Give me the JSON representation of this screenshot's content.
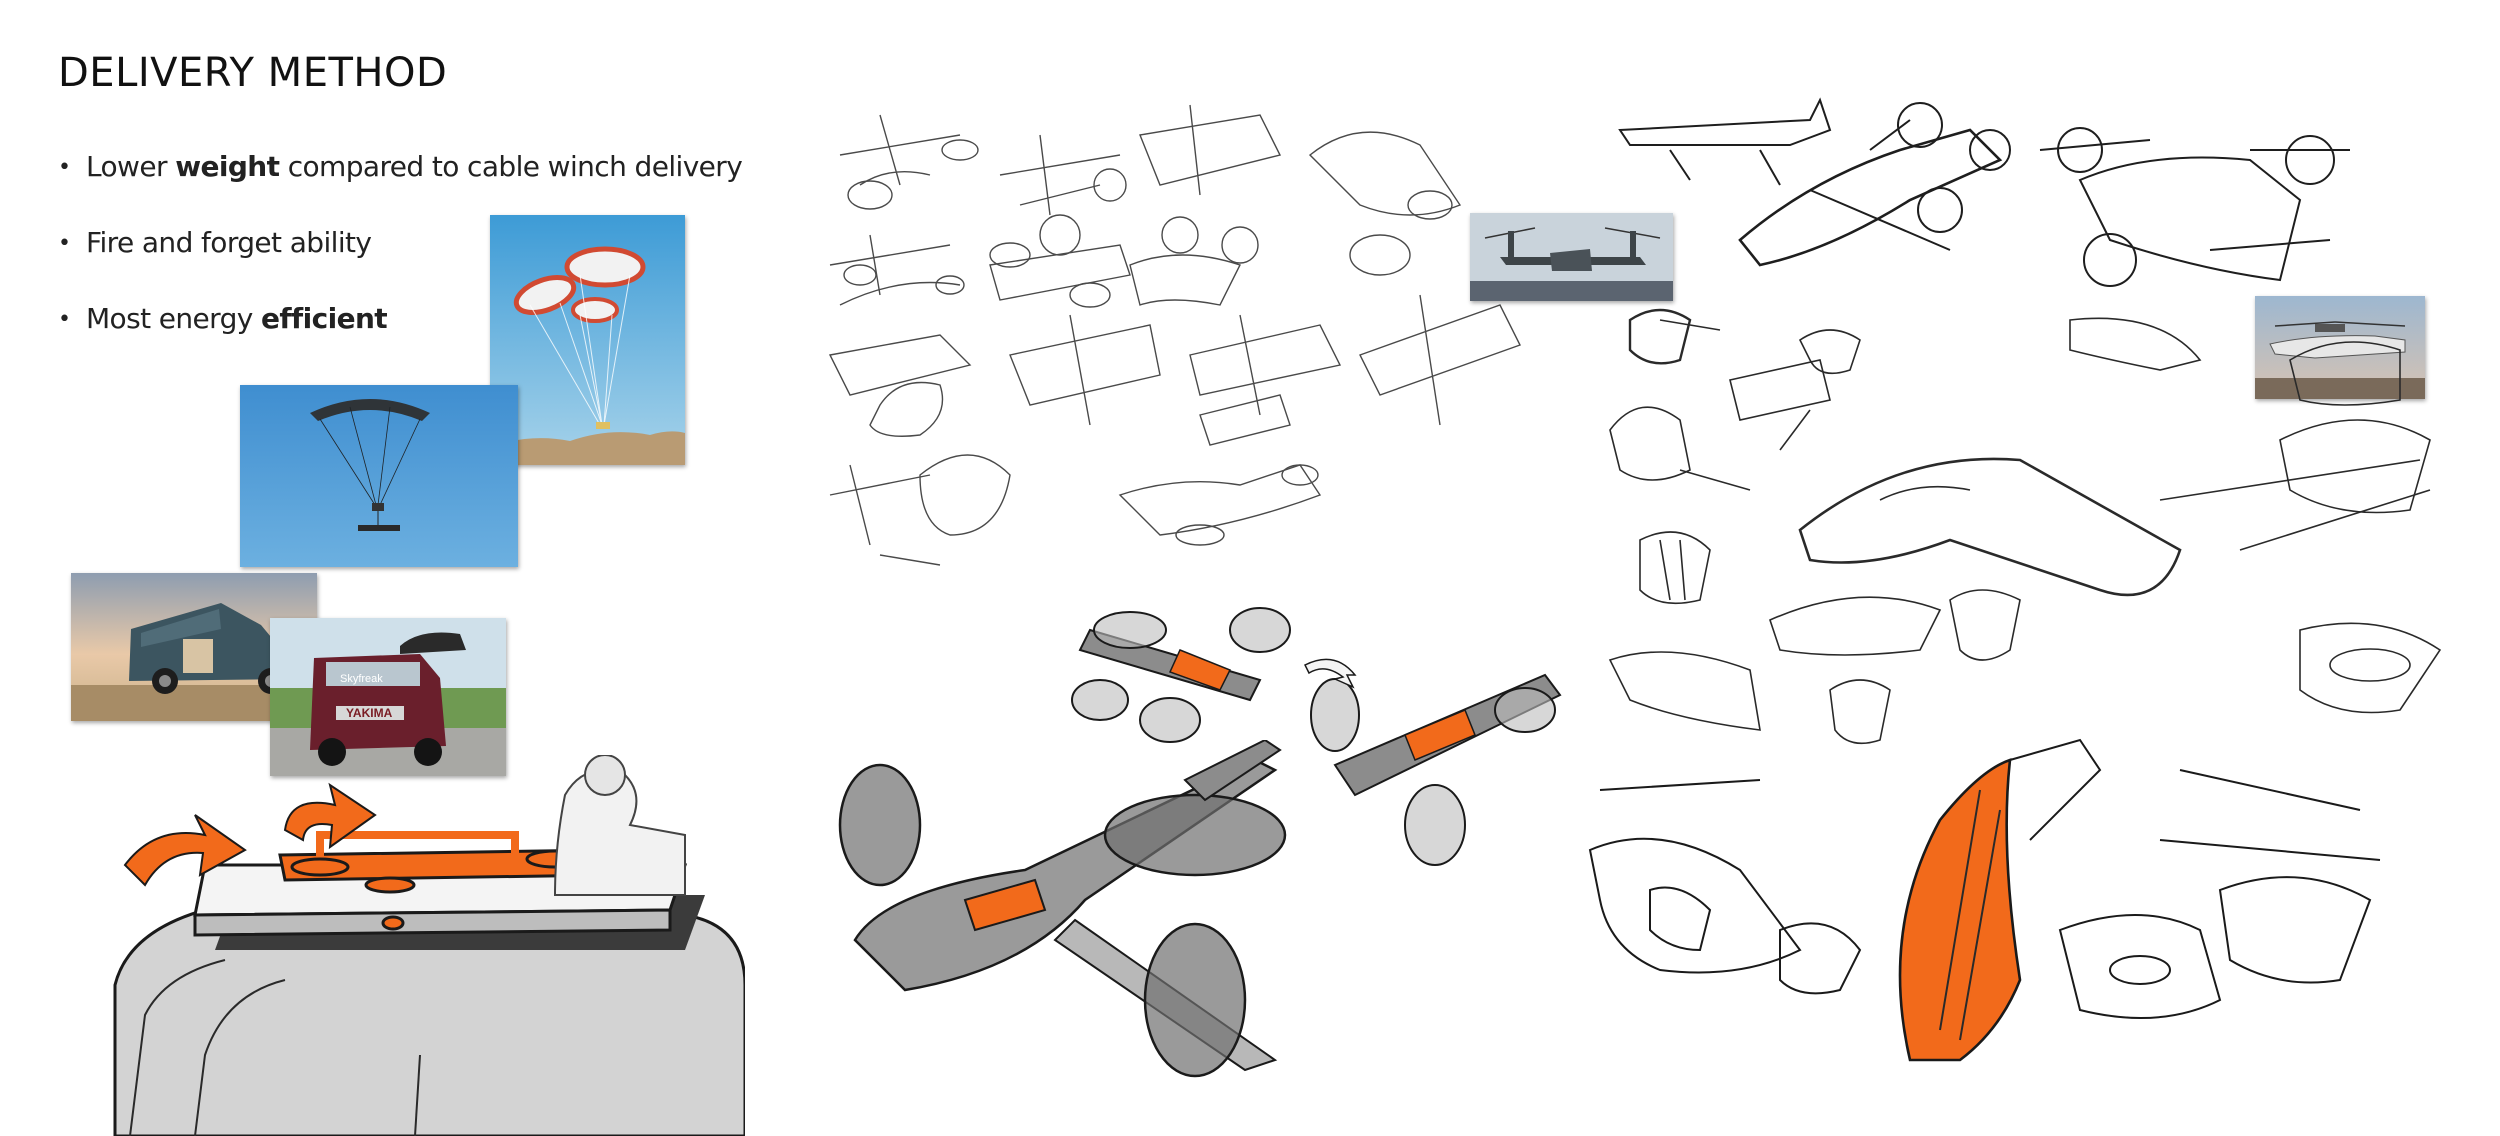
{
  "title": "DELIVERY METHOD",
  "bullets": [
    {
      "pre": "Lower ",
      "bold": "weight",
      "post": " compared to cable winch delivery"
    },
    {
      "pre": "Fire and forget ability",
      "bold": "",
      "post": ""
    },
    {
      "pre": "Most energy ",
      "bold": "efficient",
      "post": ""
    }
  ],
  "photo_text": {
    "roof_box_brand": "Skyfreak",
    "truck_brand": "YAKIMA"
  },
  "colors": {
    "accent": "#f26a1b",
    "sketch_line": "#3a3a3a",
    "render_gray": "#8c8c8c",
    "sky_blue": "#5aa6d8"
  },
  "icons": [
    "bullet-dot-icon",
    "rotation-arrow-icon"
  ]
}
